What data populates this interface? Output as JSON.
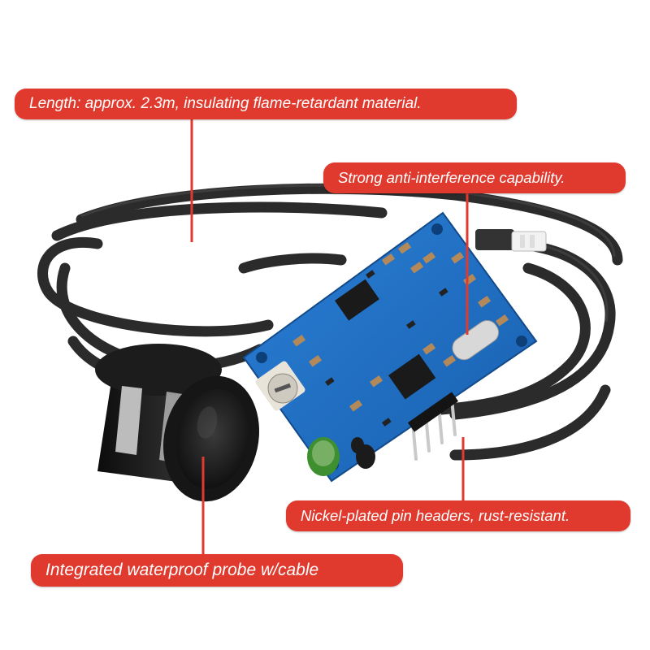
{
  "image": {
    "colors": {
      "callout_bg": "#e03a2f",
      "callout_text": "#ffffff",
      "pcb": "#1f6fc4",
      "cable": "#2b2b2b"
    },
    "callouts": [
      {
        "id": "length",
        "text": "Length: approx. 2.3m, insulating flame-retardant material."
      },
      {
        "id": "anti-interference",
        "text": "Strong anti-interference capability."
      },
      {
        "id": "pins",
        "text": "Nickel-plated pin headers, rust-resistant."
      },
      {
        "id": "probe",
        "text": "Integrated waterproof probe w/cable"
      }
    ]
  }
}
